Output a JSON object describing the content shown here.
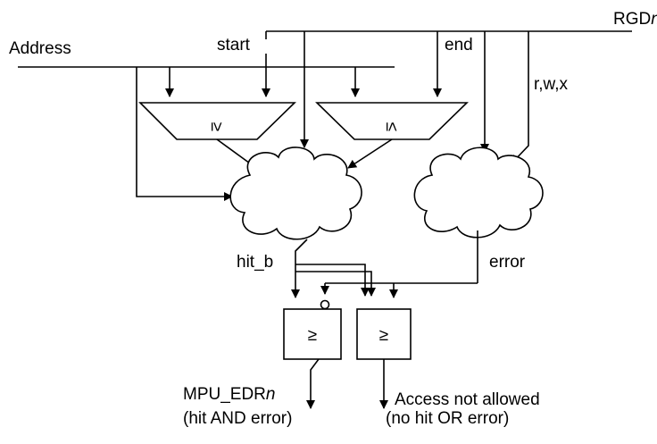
{
  "labels": {
    "rgd_prefix": "RGD",
    "rgd_n": "n",
    "address": "Address",
    "start": "start",
    "end": "end",
    "rwx": "r,w,x",
    "hit_b": "hit_b",
    "error": "error",
    "mpu_prefix": "MPU_EDR",
    "mpu_n": "n",
    "mpu_sub": "(hit AND error)",
    "access_line1": "Access not allowed",
    "access_line2": "(no hit OR error)"
  },
  "comparators": {
    "left_symbol": "≥",
    "right_symbol": "≤"
  },
  "gates": {
    "left_symbol": "≥",
    "right_symbol": "≥"
  }
}
